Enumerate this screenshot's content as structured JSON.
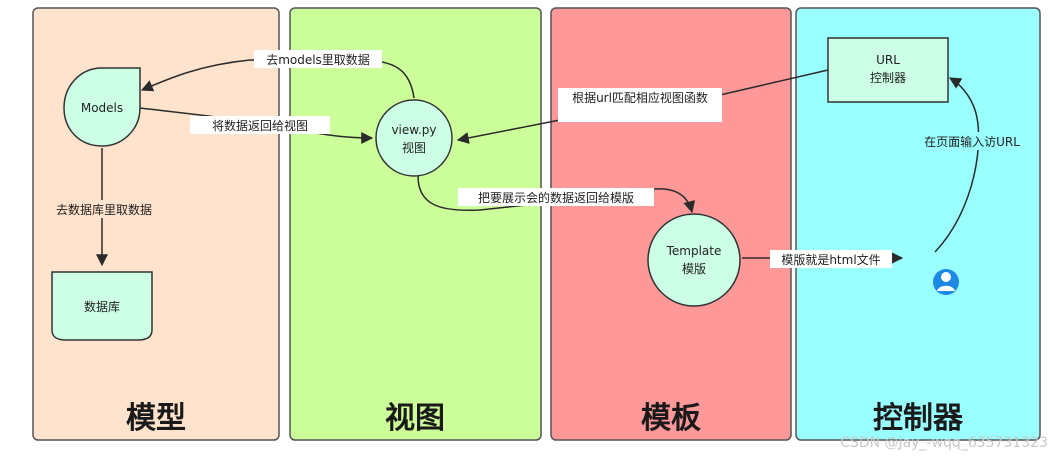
{
  "colors": {
    "panel_model": "#ffe3cc",
    "panel_view": "#ccff99",
    "panel_template": "#ff9999",
    "panel_controller": "#99ffff",
    "node_fill": "#ccffe6",
    "user_icon": "#1e88e5"
  },
  "panels": [
    {
      "title": "模型"
    },
    {
      "title": "视图"
    },
    {
      "title": "模板"
    },
    {
      "title": "控制器"
    }
  ],
  "nodes": {
    "models": "Models",
    "database": "数据库",
    "view_line1": "view.py",
    "view_line2": "视图",
    "template_line1": "Template",
    "template_line2": "模版",
    "url_line1": "URL",
    "url_line2": "控制器",
    "user_icon": "user-icon"
  },
  "edges": {
    "models_to_db": "去数据库里取数据",
    "view_to_models": "去models里取数据",
    "models_to_view": "将数据返回给视图",
    "url_to_view": "根据url匹配相应视图函数",
    "view_to_template": "把要展示会的数据返回给模版",
    "template_to_user": "模版就是html文件",
    "user_to_url": "在页面输入访URL"
  },
  "watermark": "CSDN @Jay_-wqq_635731323"
}
